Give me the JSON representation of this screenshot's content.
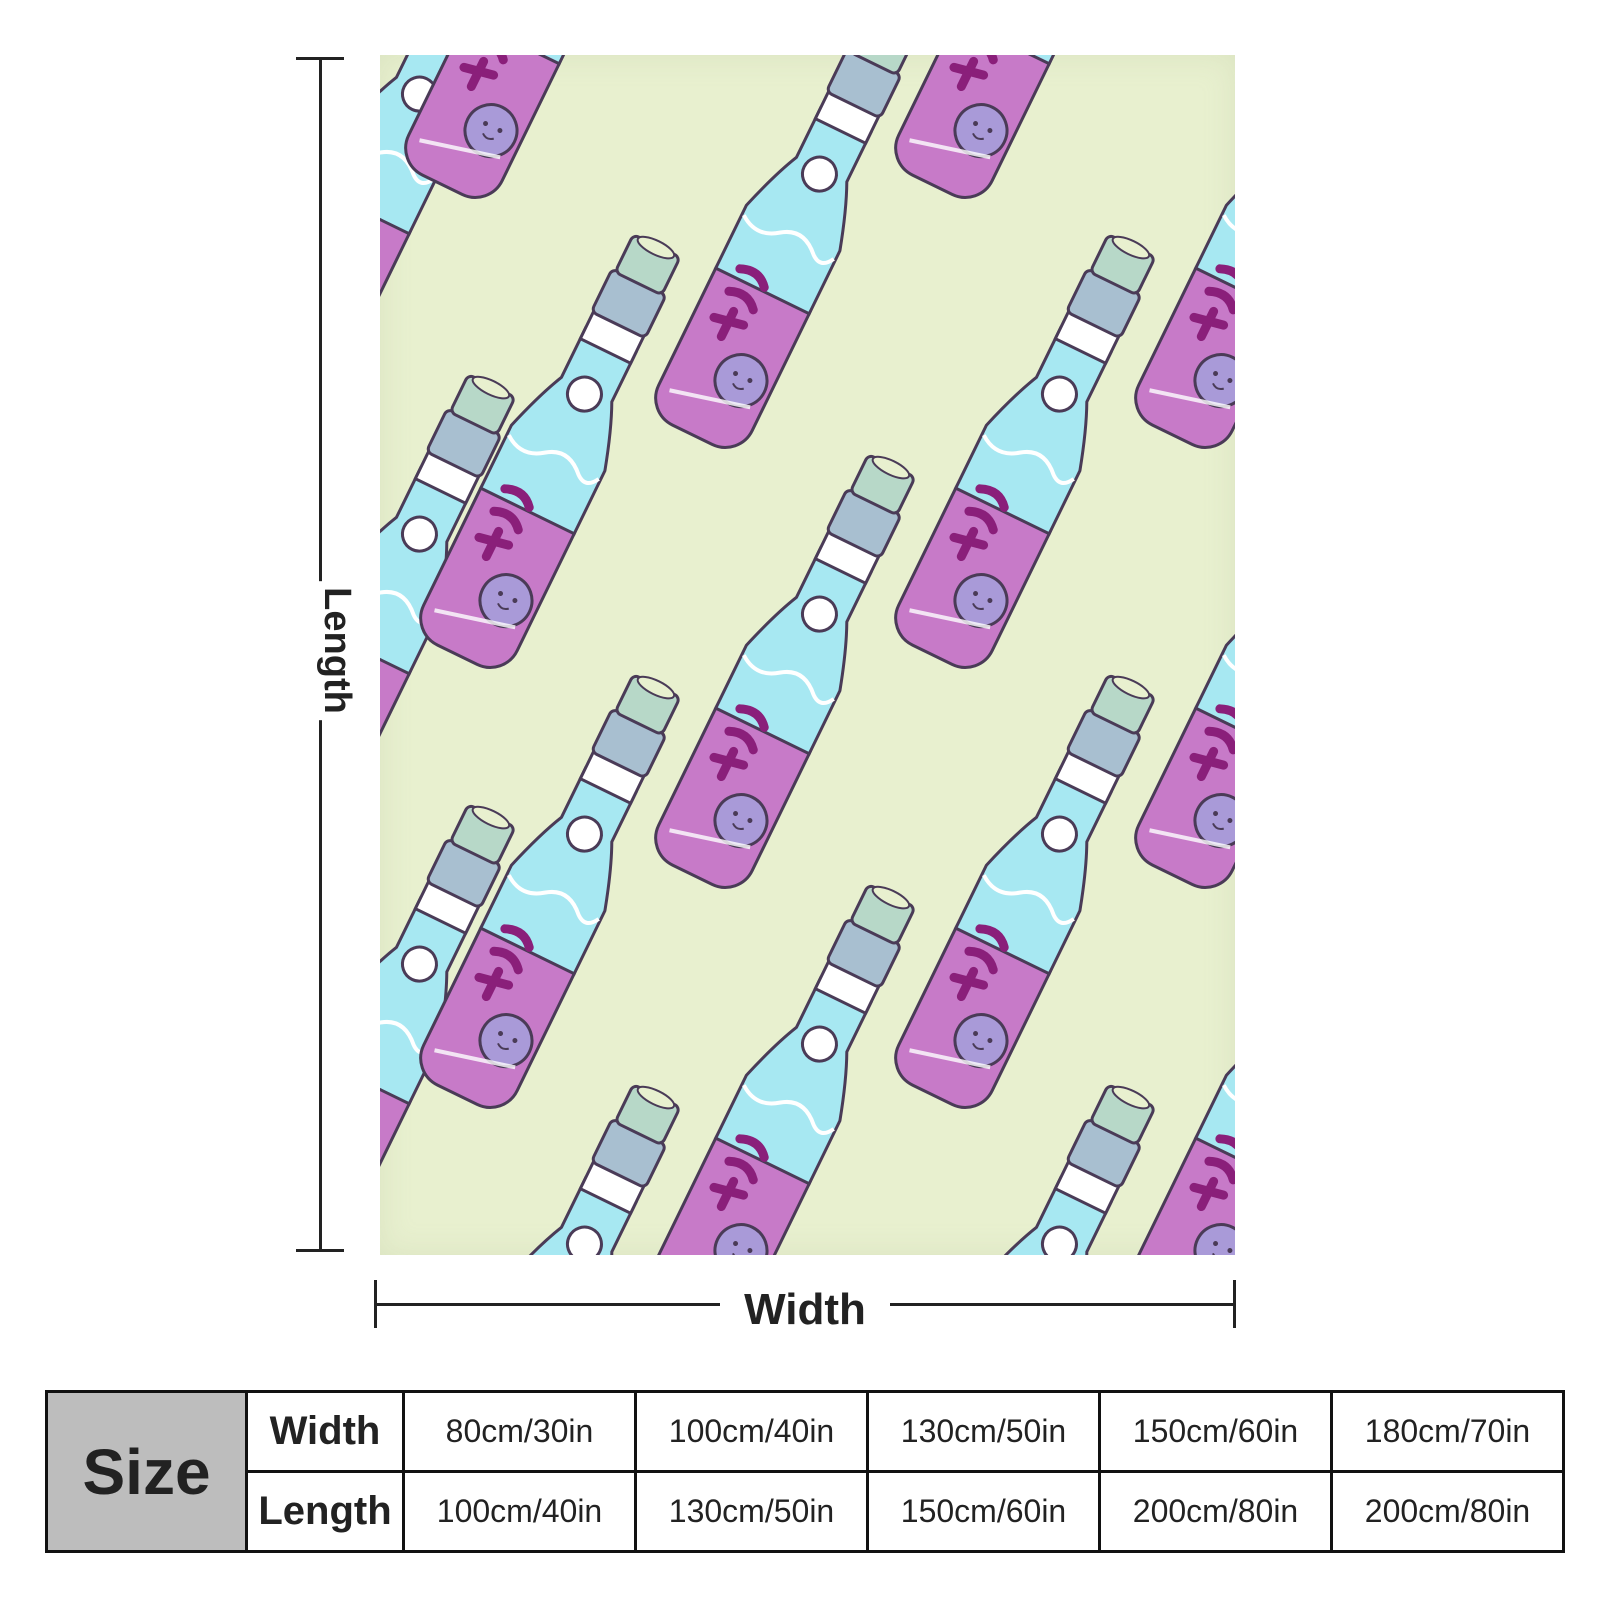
{
  "labels": {
    "length": "Length",
    "width": "Width"
  },
  "colors": {
    "background": "#e8f0cf",
    "bottle_purple": "#c77ac8",
    "bottle_cyan": "#a7e8f2",
    "cap_top": "#b7d8c8",
    "cap_band": "#a8bfd0",
    "text_magenta": "#8a1f7a",
    "mascot": "#a99ad8"
  },
  "size_table": {
    "header": "Size",
    "rows": [
      {
        "label": "Width",
        "values": [
          "80cm/30in",
          "100cm/40in",
          "130cm/50in",
          "150cm/60in",
          "180cm/70in"
        ]
      },
      {
        "label": "Length",
        "values": [
          "100cm/40in",
          "130cm/50in",
          "150cm/60in",
          "200cm/80in",
          "200cm/80in"
        ]
      }
    ]
  }
}
